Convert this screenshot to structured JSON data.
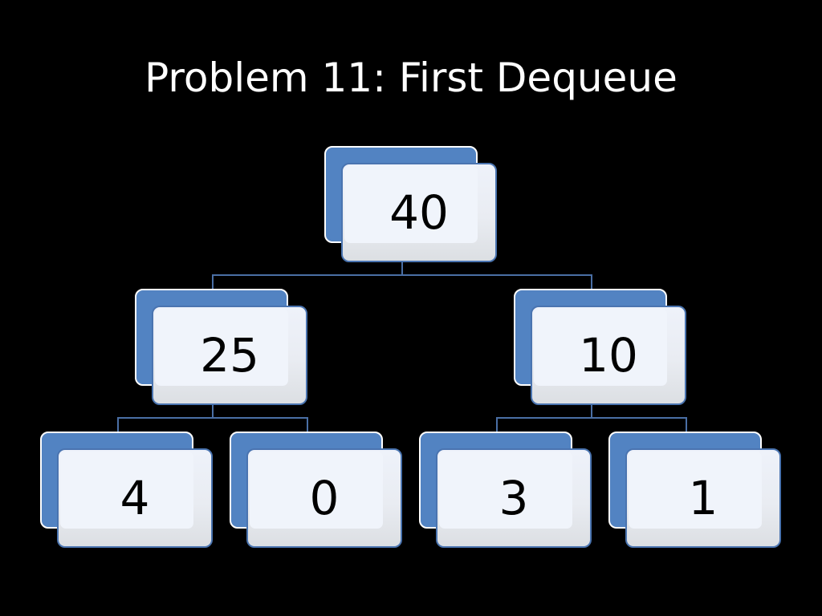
{
  "title": "Problem 11: First Dequeue",
  "colors": {
    "background": "#000000",
    "node_back": "#5283c2",
    "node_front": "#eef2fa",
    "connector": "#4a6fa5"
  },
  "tree": {
    "root": {
      "value": "40"
    },
    "left": {
      "value": "25"
    },
    "right": {
      "value": "10"
    },
    "left_left": {
      "value": "4"
    },
    "left_right": {
      "value": "0"
    },
    "right_left": {
      "value": "3"
    },
    "right_right": {
      "value": "1"
    }
  }
}
